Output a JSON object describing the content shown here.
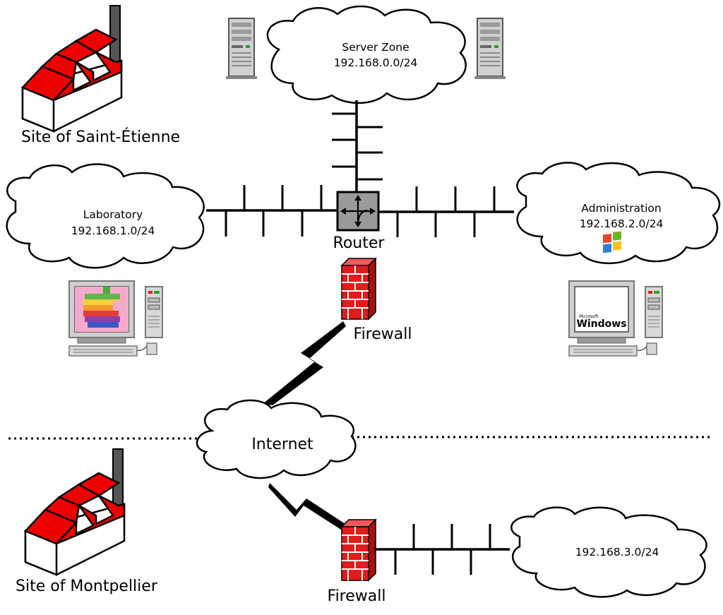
{
  "sites": {
    "saint_etienne": "Site of Saint-Étienne",
    "montpellier": "Site of Montpellier"
  },
  "clouds": {
    "server_zone": {
      "name": "Server Zone",
      "subnet": "192.168.0.0/24"
    },
    "laboratory": {
      "name": "Laboratory",
      "subnet": "192.168.1.0/24"
    },
    "administration": {
      "name": "Administration",
      "subnet": "192.168.2.0/24"
    },
    "internet": {
      "name": "Internet"
    },
    "montpellier_lan": {
      "subnet": "192.168.3.0/24"
    }
  },
  "devices": {
    "router": "Router",
    "firewall_top": "Firewall",
    "firewall_bottom": "Firewall",
    "windows_logo_small": "Microsoft",
    "windows_logo": "Windows"
  },
  "colors": {
    "factory_roof": "#ee0000",
    "firewall_brick": "#e31b1b",
    "router_body": "#9a9a9a",
    "pc_case": "#cfcfcf"
  }
}
